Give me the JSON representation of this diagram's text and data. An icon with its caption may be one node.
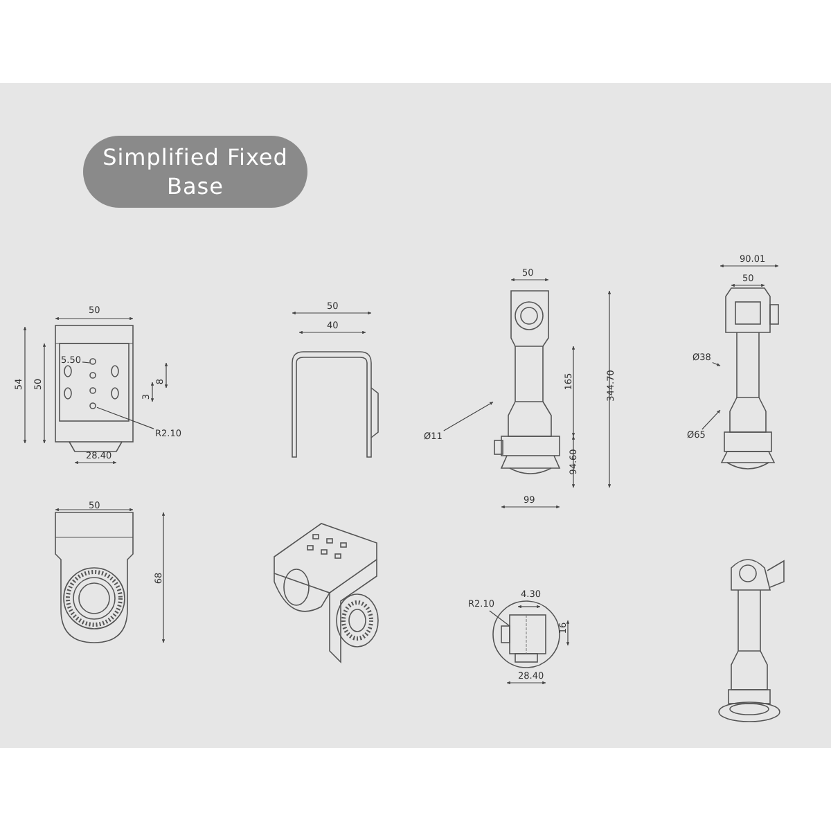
{
  "diagram": {
    "title": "Simplified Fixed Base",
    "nodes": [
      {
        "text": [
          "5.50"
        ]
      },
      {
        "text": [
          "R2.10"
        ]
      },
      {
        "text": [
          "Ø11"
        ]
      },
      {
        "text": [
          "Ø38"
        ]
      },
      {
        "text": [
          "Ø65"
        ]
      },
      {
        "text": [
          "R2.10"
        ]
      },
      {
        "text": [],
        "shape": "picture"
      },
      {
        "text": [],
        "shape": "picture"
      },
      {
        "text": [],
        "shape": "circle"
      }
    ],
    "edges": [
      {
        "from": 0,
        "to": null,
        "arrow": "none"
      },
      {
        "from": 1,
        "to": 8,
        "arrow": "none"
      },
      {
        "from": 2,
        "to": 6,
        "arrow": "to"
      },
      {
        "from": 3,
        "to": 7,
        "arrow": "to"
      },
      {
        "from": 4,
        "to": 7,
        "arrow": "to"
      },
      {
        "from": 5,
        "to": null,
        "arrow": "none"
      }
    ],
    "labels": [
      "50",
      "54",
      "50",
      "8",
      "3",
      "28.40",
      "50",
      "40",
      "50",
      "165",
      "344.70",
      "94.60",
      "99",
      "90.01",
      "50",
      "50",
      "68",
      "4.30",
      "16",
      "28.40"
    ]
  }
}
